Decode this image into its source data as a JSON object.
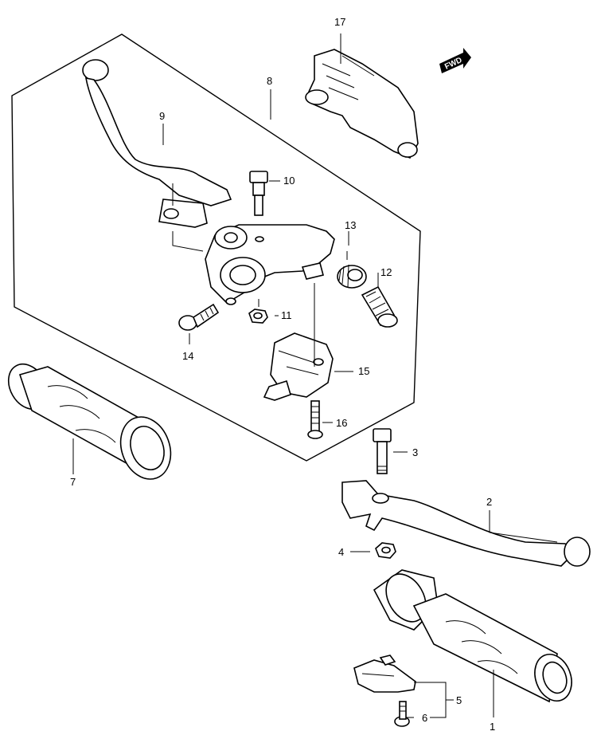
{
  "fwd_label": "FWD",
  "callouts": {
    "c1": "1",
    "c2": "2",
    "c3": "3",
    "c4": "4",
    "c5": "5",
    "c6": "6",
    "c7": "7",
    "c8": "8",
    "c9": "9",
    "c10": "10",
    "c11": "11",
    "c12": "12",
    "c13": "13",
    "c14": "14",
    "c15": "15",
    "c16": "16",
    "c17": "17"
  }
}
